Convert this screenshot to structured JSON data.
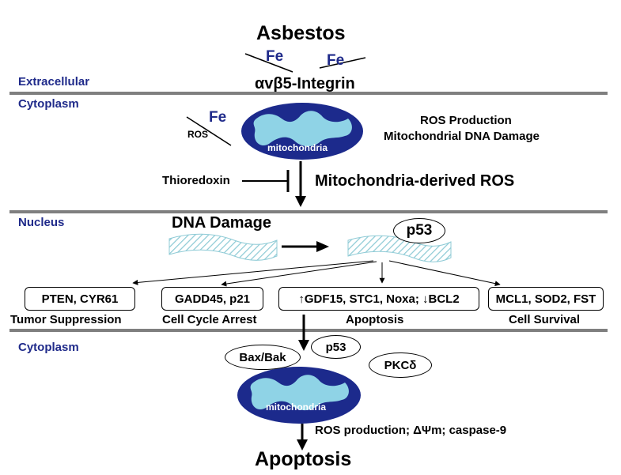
{
  "title": "Asbestos",
  "regions": {
    "extracellular": "Extracellular",
    "cytoplasm_top": "Cytoplasm",
    "nucleus": "Nucleus",
    "cytoplasm_bottom": "Cytoplasm"
  },
  "iron": {
    "fe_left": "Fe",
    "fe_right": "Fe",
    "fe_mito": "Fe"
  },
  "integrin": "αvβ5-Integrin",
  "ros_small": "ROS",
  "mito_label_top": "mitochondria",
  "mito_label_bottom": "mitochondria",
  "ros_production": "ROS Production",
  "mito_dna_damage": "Mitochondrial DNA Damage",
  "thioredoxin": "Thioredoxin",
  "mito_ros": "Mitochondria-derived ROS",
  "dna_damage": "DNA Damage",
  "p53_nucleus": "p53",
  "targets": {
    "tumor_genes": "PTEN, CYR61",
    "tumor_label": "Tumor Suppression",
    "arrest_genes": "GADD45, p21",
    "arrest_label": "Cell Cycle Arrest",
    "apoptosis_genes": "↑GDF15, STC1, Noxa; ↓BCL2",
    "apoptosis_label": "Apoptosis",
    "survival_genes": "MCL1, SOD2, FST",
    "survival_label": "Cell Survival"
  },
  "bax_bak": "Bax/Bak",
  "p53_cyto": "p53",
  "pkc": "PKCδ",
  "mito_events": "ROS production; ΔΨm; caspase-9",
  "final": "Apoptosis",
  "colors": {
    "region_label": "#1f2a8a",
    "membrane_line": "#7f7f7f",
    "mito_outer": "#1c2a8c",
    "mito_inner": "#8fd3e6",
    "hatch": "#8fcbd6"
  }
}
